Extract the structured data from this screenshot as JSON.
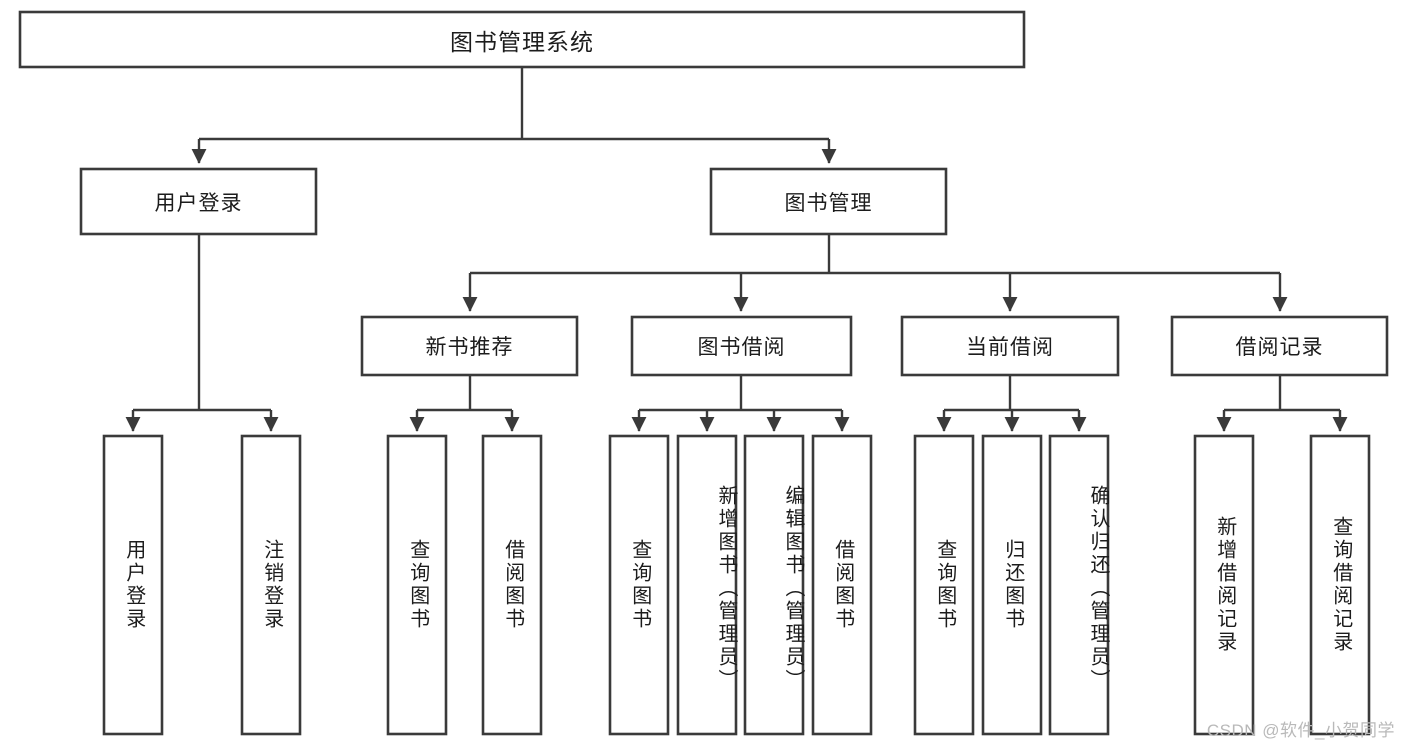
{
  "diagram": {
    "title": "图书管理系统",
    "type": "tree-hierarchy-chart",
    "colors": {
      "box_stroke": "#3a3a3a",
      "box_fill": "#ffffff",
      "text": "#1c1c1c",
      "background": "#ffffff",
      "watermark": "#b9b9b9"
    },
    "root": {
      "label": "图书管理系统"
    },
    "level2": [
      {
        "label": "用户登录"
      },
      {
        "label": "图书管理"
      }
    ],
    "level3": [
      {
        "label": "新书推荐"
      },
      {
        "label": "图书借阅"
      },
      {
        "label": "当前借阅"
      },
      {
        "label": "借阅记录"
      }
    ],
    "leaves": [
      {
        "label": "用户登录",
        "parent": "用户登录"
      },
      {
        "label": "注销登录",
        "parent": "用户登录"
      },
      {
        "label": "查询图书",
        "parent": "新书推荐"
      },
      {
        "label": "借阅图书",
        "parent": "新书推荐"
      },
      {
        "label": "查询图书",
        "parent": "图书借阅"
      },
      {
        "label": "新增图书（管理员）",
        "parent": "图书借阅"
      },
      {
        "label": "编辑图书（管理员）",
        "parent": "图书借阅"
      },
      {
        "label": "借阅图书",
        "parent": "图书借阅"
      },
      {
        "label": "查询图书",
        "parent": "当前借阅"
      },
      {
        "label": "归还图书",
        "parent": "当前借阅"
      },
      {
        "label": "确认归还（管理员）",
        "parent": "当前借阅"
      },
      {
        "label": "新增借阅记录",
        "parent": "借阅记录"
      },
      {
        "label": "查询借阅记录",
        "parent": "借阅记录"
      }
    ],
    "watermark": "CSDN @软件_小贺同学"
  }
}
